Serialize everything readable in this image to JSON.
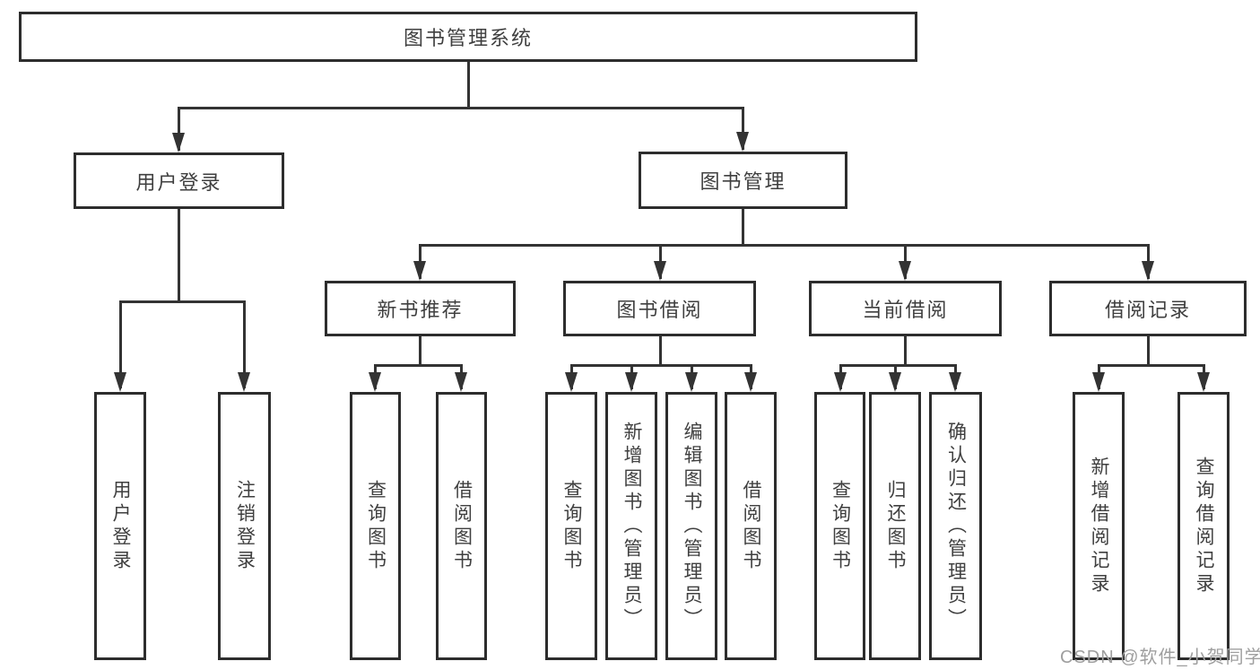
{
  "page": {
    "background": "#ffffff",
    "line_color": "#333333",
    "box_border_color": "#2d2d2d",
    "text_color": "#3f3f3f",
    "watermark_color": "#9f9f9f",
    "watermark": "CSDN @软件_小贺同学"
  },
  "tree": {
    "label": "图书管理系统",
    "children": [
      {
        "label": "用户登录",
        "children": [
          {
            "label": "用户登录"
          },
          {
            "label": "注销登录"
          }
        ]
      },
      {
        "label": "图书管理",
        "children": [
          {
            "label": "新书推荐",
            "children": [
              {
                "label": "查询图书"
              },
              {
                "label": "借阅图书"
              }
            ]
          },
          {
            "label": "图书借阅",
            "children": [
              {
                "label": "查询图书"
              },
              {
                "label": "新增图书（管理员）"
              },
              {
                "label": "编辑图书（管理员）"
              },
              {
                "label": "借阅图书"
              }
            ]
          },
          {
            "label": "当前借阅",
            "children": [
              {
                "label": "查询图书"
              },
              {
                "label": "归还图书"
              },
              {
                "label": "确认归还（管理员）"
              }
            ]
          },
          {
            "label": "借阅记录",
            "children": [
              {
                "label": "新增借阅记录"
              },
              {
                "label": "查询借阅记录"
              }
            ]
          }
        ]
      }
    ]
  }
}
